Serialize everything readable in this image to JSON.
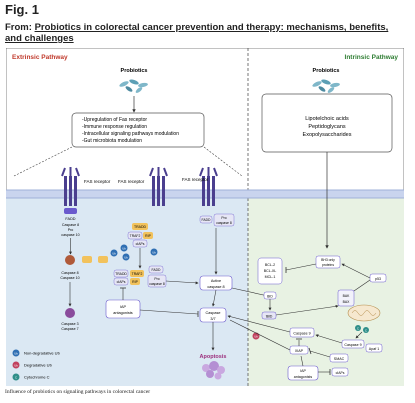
{
  "figure_label": "Fig. 1",
  "from_prefix": "From: ",
  "from_link": "Probiotics in colorectal cancer prevention and therapy: mechanisms, benefits, and challenges",
  "extrinsic_title": "Extrinsic Pathway",
  "intrinsic_title": "Intrinsic Pathway",
  "left_probiotics": "Probiotics",
  "right_probiotics": "Probiotics",
  "left_box_lines": [
    "-Upregulation of Fas receptor",
    "-Immune response regulation",
    "-Intracellular signaling pathways modulation",
    "-Gut microbiota modulation"
  ],
  "right_box_lines": [
    "Lipotelchoic acids",
    "Peptidoglycans",
    "Exopolysaccharides"
  ],
  "receptor_labels": [
    "FAS receptor",
    "FAS receptor",
    "FAS receptor"
  ],
  "nodes": {
    "fadd": "FADD",
    "caspase8_pro": [
      "Caspase 8",
      "Pro",
      "caspase 10"
    ],
    "tradd_top": "TRADD",
    "traf2": "TRAF2",
    "rip_top": "RIP",
    "ciaps": "cIAPs",
    "tradd_low": "TRADD",
    "traf2_low": "TRAF2",
    "ciaps_low": "cIAPs",
    "rip_low": "RIP",
    "fadd_mid": "FADD",
    "pro_caspase8_mid": [
      "Pro",
      "caspase 8"
    ],
    "fadd_right": "FADD",
    "pro_caspase8_right": [
      "Pro",
      "caspase 8"
    ],
    "active_caspase8": [
      "Active",
      "caspase 8"
    ],
    "caspase8_left": [
      "Caspase 8",
      "Caspase 10"
    ],
    "caspase37_left": [
      "Caspase 3",
      "Caspase 7"
    ],
    "iap_left": [
      "IAP",
      "antagonists"
    ],
    "caspase37_center": [
      "Caspase",
      "3/7"
    ],
    "apoptosis": "Apoptosis",
    "bh3_proteins": [
      "BH3 only",
      "proteins"
    ],
    "p53": "p53",
    "bcl": [
      "BCL-2",
      "BCL-XL",
      "MCL-1"
    ],
    "bid": "BID",
    "tbid": "tBID",
    "bak_bax": [
      "BAK",
      "BAX"
    ],
    "caspase9_center": "Caspase 9",
    "caspase9_right": "Caspase 9",
    "apaf1": "Apaf 1",
    "xiap": "XIAP",
    "smac": "SMAC",
    "iap_right": [
      "IAP",
      "antagonists"
    ],
    "ciaps_right": "cIAPs"
  },
  "legend": {
    "items": [
      "Non-degradative Ub",
      "Degradative Ub",
      "Cytochrome C"
    ],
    "symbols": [
      "Ub",
      "Ub",
      "C"
    ],
    "colors": [
      "#2f6fb3",
      "#c0415e",
      "#2f8f8a"
    ]
  },
  "colors": {
    "extrinsic_title": "#c0392b",
    "intrinsic_title": "#2e7d32",
    "receptor": "#4b3f8f",
    "membrane": "#c9d4ee",
    "cell_bg": "#dbe8f3",
    "right_bg": "#e8f2e3"
  },
  "caption": "Influence of probiotics on signaling pathways in colorectal cancer"
}
